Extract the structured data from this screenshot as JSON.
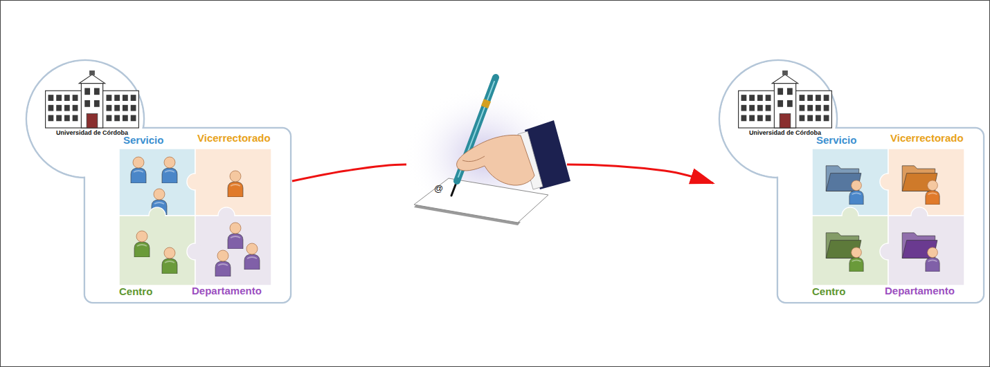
{
  "diagram": {
    "nodes": [
      {
        "text": [
          "Universidad de Córdoba"
        ]
      },
      {
        "text": [
          "Servicio"
        ],
        "in": 0
      },
      {
        "text": [
          "Vicerrectorado"
        ],
        "in": 0
      },
      {
        "text": [
          "Centro"
        ],
        "in": 0
      },
      {
        "text": [
          "Departamento"
        ],
        "in": 0
      },
      {
        "text": [
          "Universidad de Córdoba"
        ]
      },
      {
        "text": [
          "Servicio"
        ],
        "in": 5
      },
      {
        "text": [
          "Vicerrectorado"
        ],
        "in": 5
      },
      {
        "text": [
          "Centro"
        ],
        "in": 5
      },
      {
        "text": [
          "Departamento"
        ],
        "in": 5
      }
    ],
    "edges": [
      {
        "from": 0,
        "to": 5,
        "arrow": "to"
      }
    ],
    "labels": [
      "@"
    ]
  }
}
